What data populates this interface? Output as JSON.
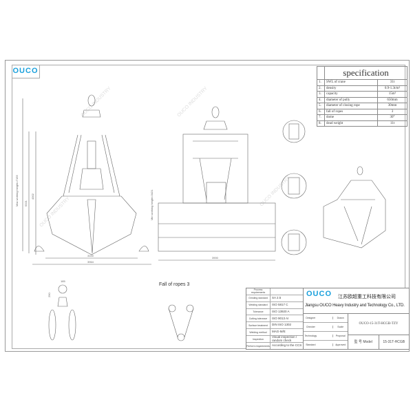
{
  "logo": "OUCO",
  "specification": {
    "title": "specification",
    "rows": [
      {
        "no": "1.",
        "item": "SWL of crane",
        "value": "31t"
      },
      {
        "no": "2.",
        "item": "density",
        "value": "0.9-1.3t/m³"
      },
      {
        "no": "3.",
        "item": "capacity",
        "value": "15m³"
      },
      {
        "no": "4.",
        "item": "diameter of pully",
        "value": "650mm"
      },
      {
        "no": "5.",
        "item": "diameter of closing rope",
        "value": "30mm"
      },
      {
        "no": "6.",
        "item": "fall of ropes",
        "value": "3"
      },
      {
        "no": "7.",
        "item": "dome",
        "value": "30°"
      },
      {
        "no": "8.",
        "item": "dead weight",
        "value": "11t"
      }
    ]
  },
  "dimensions": {
    "max_height": "Max working height=7155",
    "min_height": "Min working height=3421",
    "h1": "5321",
    "h2": "4302",
    "w_open": "3100",
    "w_total": "3964",
    "w_side": "3900",
    "detail_a": "185",
    "detail_b": "290"
  },
  "fall_of_ropes": "Fall of ropes  3",
  "title_block": {
    "process_requirements": [
      {
        "key": "Process requirements",
        "value": ""
      },
      {
        "key": "Grinding standard",
        "value": "SA 2.5"
      },
      {
        "key": "Welding standard",
        "value": "ISO 5817 C"
      },
      {
        "key": "Tolerance",
        "value": "ISO 13920 A"
      },
      {
        "key": "Cutting tolerance",
        "value": "ISO 9013 AI"
      },
      {
        "key": "Surface treatment",
        "value": "DIN ISO 1302"
      },
      {
        "key": "Welding method",
        "value": "MAG-M/E"
      },
      {
        "key": "Inspection",
        "value": "Visual inspection / random check"
      },
      {
        "key": "Perform requirements",
        "value": "According to the CCS"
      }
    ],
    "logo": "OUCO",
    "company_cn": "江苏欧超重工科技有限公司",
    "company_en": "Jiangsu OUCO Heavy Industry and Technology Co.,  LTD.",
    "signatures": [
      [
        "Designer",
        "",
        "Drawn"
      ],
      [
        "Checker",
        "",
        "Scale"
      ],
      [
        "Technology",
        "",
        "Proposal"
      ],
      [
        "Standard",
        "",
        "Approved"
      ]
    ],
    "drawing_no": "OUCO-15-31T-HCGB-TZY",
    "model_label": "型 号 Model",
    "model_value": "15-31T-HCGB"
  }
}
